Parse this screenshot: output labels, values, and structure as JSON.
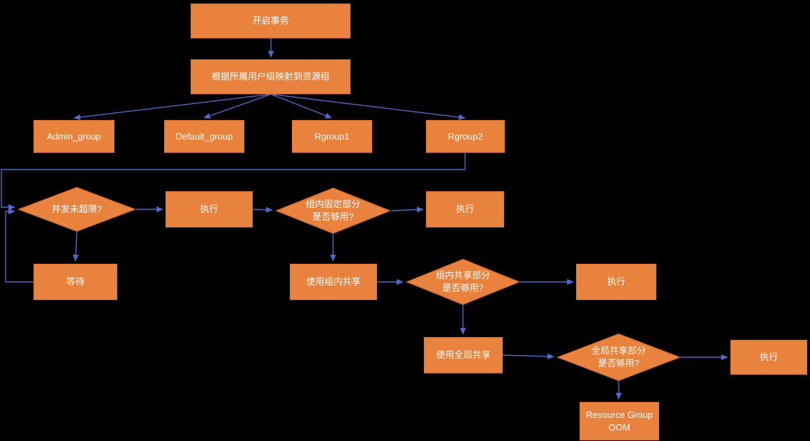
{
  "diagram": {
    "colors": {
      "background": "#000000",
      "node_fill": "#E8823C",
      "node_border": "#D96D2B",
      "arrow": "#4E6BD3",
      "text": "#FFFFFF"
    },
    "nodes": [
      {
        "id": "start",
        "shape": "rect",
        "label": "开启事务"
      },
      {
        "id": "map-resource-group",
        "shape": "rect",
        "label": "根据所属用户组映射到资源组"
      },
      {
        "id": "admin-group",
        "shape": "rect",
        "label": "Admin_group"
      },
      {
        "id": "default-group",
        "shape": "rect",
        "label": "Default_group"
      },
      {
        "id": "rgroup1",
        "shape": "rect",
        "label": "Rgroup1"
      },
      {
        "id": "rgroup2",
        "shape": "rect",
        "label": "Rgroup2"
      },
      {
        "id": "concurrency-check",
        "shape": "diamond",
        "label": "并发未超限?"
      },
      {
        "id": "execute-1",
        "shape": "rect",
        "label": "执行"
      },
      {
        "id": "group-fixed-check",
        "shape": "diamond",
        "label": "组内固定部分是否够用?"
      },
      {
        "id": "execute-2",
        "shape": "rect",
        "label": "执行"
      },
      {
        "id": "wait",
        "shape": "rect",
        "label": "等待"
      },
      {
        "id": "use-group-share",
        "shape": "rect",
        "label": "使用组内共享"
      },
      {
        "id": "group-share-check",
        "shape": "diamond",
        "label": "组内共享部分是否够用?"
      },
      {
        "id": "execute-3",
        "shape": "rect",
        "label": "执行"
      },
      {
        "id": "use-global-share",
        "shape": "rect",
        "label": "使用全局共享"
      },
      {
        "id": "global-share-check",
        "shape": "diamond",
        "label": "全局共享部分是否够用?"
      },
      {
        "id": "execute-4",
        "shape": "rect",
        "label": "执行"
      },
      {
        "id": "resource-group-oom",
        "shape": "rect",
        "label": "Resource Group OOM"
      }
    ]
  }
}
